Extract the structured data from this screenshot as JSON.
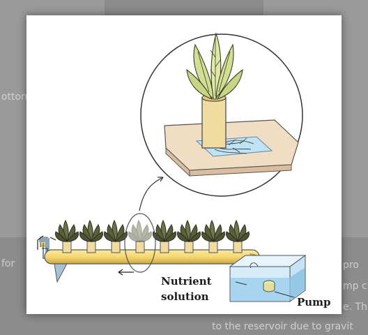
{
  "background": {
    "snippets": [
      "otton",
      "for",
      "pro",
      "mp ci",
      "e. Th",
      "to the reservoir due to gravit"
    ]
  },
  "diagram": {
    "labels": {
      "nutrient": "Nutrient",
      "solution": "solution",
      "pump": "Pump"
    },
    "plants_on_pipe": 8,
    "colors": {
      "pipe": "#f5d76e",
      "water": "#bfe3f5",
      "leaf_light": "#dfe8a8",
      "leaf_dark": "#3c3f28",
      "pot": "#f0dca0",
      "board": "#f1dcc4"
    }
  }
}
